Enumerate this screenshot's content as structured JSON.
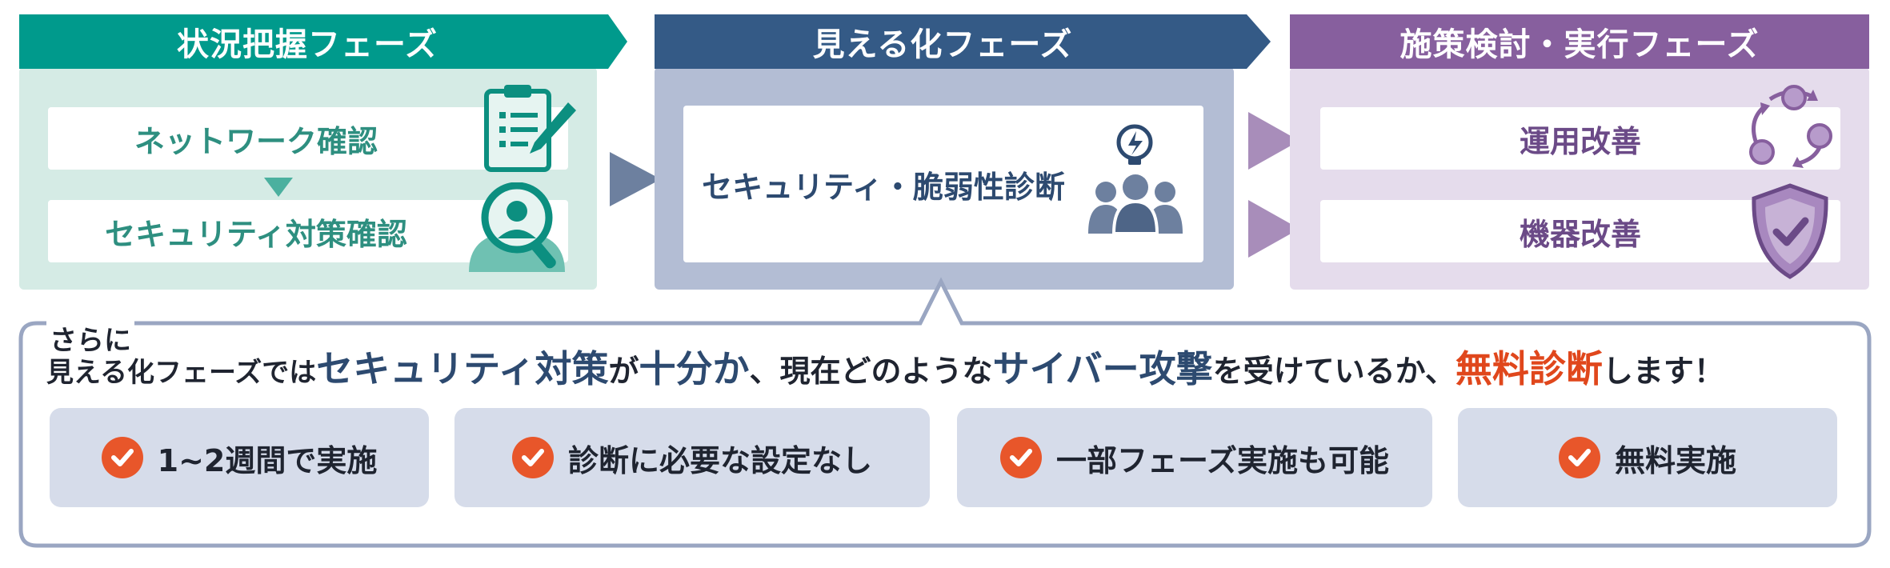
{
  "phases": [
    {
      "title": "状況把握フェーズ",
      "color": "#009a8c",
      "items": [
        "ネットワーク確認",
        "セキュリティ対策確認"
      ]
    },
    {
      "title": "見える化フェーズ",
      "color": "#345a86",
      "items": [
        "セキュリティ・脆弱性診断"
      ]
    },
    {
      "title": "施策検討・実行フェーズ",
      "color": "#875f9e",
      "items": [
        "運用改善",
        "機器改善"
      ]
    }
  ],
  "callout": {
    "line1": "さらに",
    "line2_prefix": "見える化フェーズでは",
    "em1": "セキュリティ対策",
    "t1": "が",
    "em2": "十分か",
    "t2": "、現在どのような",
    "em3": "サイバー攻撃",
    "t3": "を受けているか、",
    "em4": "無料診断",
    "t4": "します！"
  },
  "benefits": [
    "1~2週間で実施",
    "診断に必要な設定なし",
    "一部フェーズ実施も可能",
    "無料実施"
  ],
  "colors": {
    "teal": "#009a8c",
    "navy": "#345a86",
    "purple": "#875f9e",
    "orange": "#e0471c"
  },
  "icons": [
    "clipboard-icon",
    "magnifier-person-icon",
    "lightbulb-people-icon",
    "cycle-icon",
    "shield-check-icon",
    "check-icon"
  ]
}
